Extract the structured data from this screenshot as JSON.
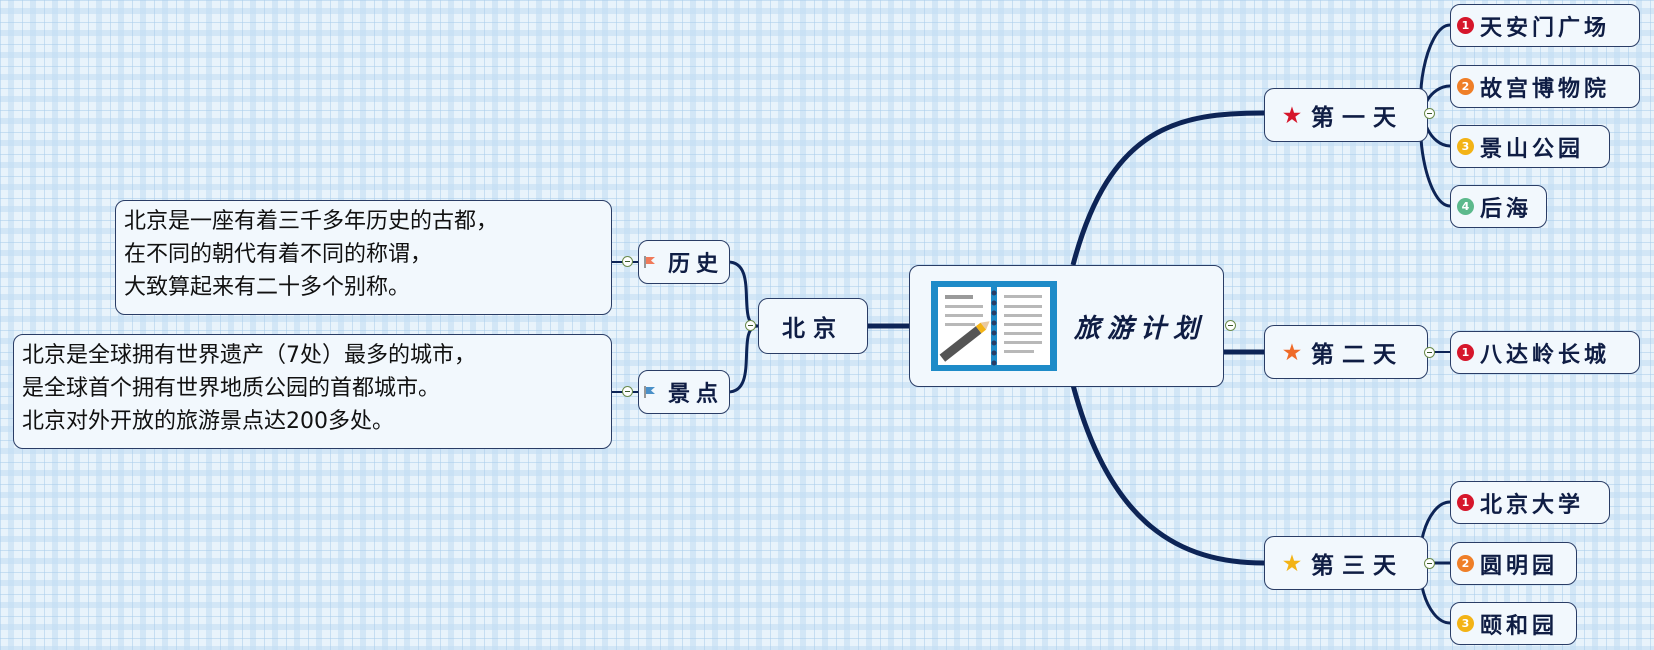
{
  "central": {
    "title": "旅游计划"
  },
  "beijing": {
    "label": "北京",
    "history": {
      "label": "历史",
      "note": [
        "北京是一座有着三千多年历史的古都，",
        "在不同的朝代有着不同的称谓，",
        "大致算起来有二十多个别称。"
      ]
    },
    "sights": {
      "label": "景点",
      "note": [
        "北京是全球拥有世界遗产（7处）最多的城市，",
        "是全球首个拥有世界地质公园的首都城市。",
        "北京对外开放的旅游景点达200多处。"
      ]
    }
  },
  "days": [
    {
      "label": "第一天",
      "star_color": "#d6162b",
      "items": [
        {
          "num": "1",
          "color": "#d6162b",
          "label": "天安门广场"
        },
        {
          "num": "2",
          "color": "#ef7f28",
          "label": "故宫博物院"
        },
        {
          "num": "3",
          "color": "#f3b316",
          "label": "景山公园"
        },
        {
          "num": "4",
          "color": "#5cb98c",
          "label": "后海"
        }
      ]
    },
    {
      "label": "第二天",
      "star_color": "#ef6a28",
      "items": [
        {
          "num": "1",
          "color": "#d6162b",
          "label": "八达岭长城"
        }
      ]
    },
    {
      "label": "第三天",
      "star_color": "#f3b316",
      "items": [
        {
          "num": "1",
          "color": "#d6162b",
          "label": "北京大学"
        },
        {
          "num": "2",
          "color": "#ef7f28",
          "label": "圆明园"
        },
        {
          "num": "3",
          "color": "#f3b316",
          "label": "颐和园"
        }
      ]
    }
  ],
  "icons": {
    "central": "notebook-pen-icon",
    "day": "star-icon",
    "history": "flag-icon",
    "sights": "flag-icon"
  },
  "colors": {
    "line": "#0d2456",
    "history_flag": "#f07a5a",
    "sights_flag": "#4a90c8",
    "notebook": "#1e8bc8"
  }
}
